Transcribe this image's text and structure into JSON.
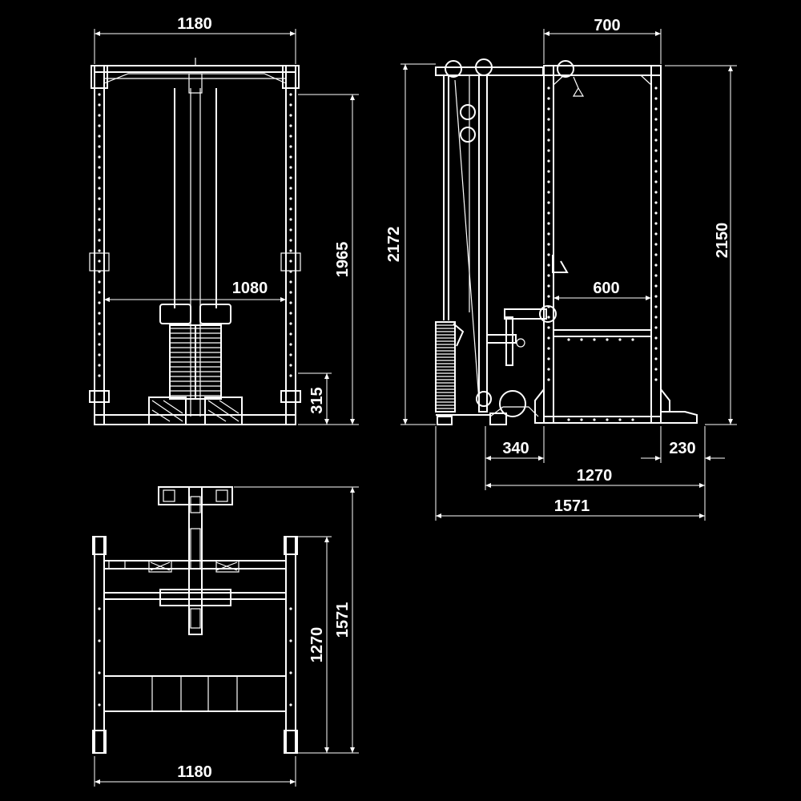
{
  "colors": {
    "background": "#000000",
    "line": "#ffffff"
  },
  "front_view": {
    "width": "1180",
    "height": "1965",
    "inner_width": "1080",
    "foot_height": "315"
  },
  "side_view": {
    "depth": "700",
    "total_height": "2172",
    "rack_height": "2150",
    "inner_depth": "600",
    "rear_offset": "340",
    "front_offset": "230",
    "base_length": "1270",
    "total_length": "1571"
  },
  "top_view": {
    "width": "1180",
    "depth": "1270",
    "total_depth": "1571"
  }
}
